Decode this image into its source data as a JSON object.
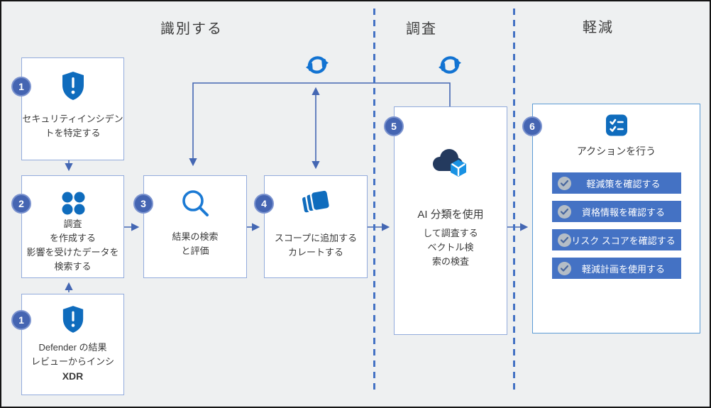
{
  "phases": [
    {
      "label": "識別する"
    },
    {
      "label": "調査"
    },
    {
      "label": "軽減"
    }
  ],
  "boxes": {
    "identify_incident": {
      "step": "1",
      "icon": "shield-alert-icon",
      "lines": [
        "セキュリティインシデン",
        "トを特定する"
      ]
    },
    "create_investigation": {
      "step": "2",
      "icon": "dots-grid-icon",
      "lines": [
        "調査",
        "を作成する",
        "影響を受けたデータを",
        "検索する"
      ]
    },
    "search_results": {
      "step": "3",
      "icon": "search-icon",
      "lines": [
        "結果の検索",
        "と評価"
      ]
    },
    "add_scope": {
      "step": "4",
      "icon": "layers-icon",
      "lines": [
        "スコープに追加する",
        "カレートする"
      ]
    },
    "ai_triage": {
      "step": "5",
      "icon": "cloud-cube-icon",
      "title": "AI 分類を使用",
      "lines": [
        "して調査する",
        "ベクトル検",
        "索の検査"
      ]
    },
    "take_action": {
      "step": "6",
      "icon": "checklist-icon",
      "title": "アクションを行う",
      "actions": [
        "軽減策を確認する",
        "資格情報を確認する",
        "リスク スコアを確認する",
        "軽減計画を使用する"
      ]
    },
    "defender_xdr": {
      "step": "1",
      "icon": "shield-alert-icon",
      "lines": [
        "Defender の結果",
        "レビューからインシ"
      ],
      "bold_line": "XDR"
    }
  },
  "icons": {
    "loop_top_left": "sync-icon",
    "loop_top_right": "sync-icon",
    "action_check": "check-circle-icon"
  },
  "colors": {
    "background": "#eef0f1",
    "box_border": "#92abdc",
    "box_border_bright": "#5b9bd5",
    "badge_blue": "#4565b2",
    "icon_blue": "#0f6cbd",
    "line_blue": "#4467b3",
    "button_blue": "#4472c4",
    "cloud_navy": "#243a5e",
    "cube_blue": "#1992e3",
    "check_circle_gray": "#b4bdc6"
  }
}
